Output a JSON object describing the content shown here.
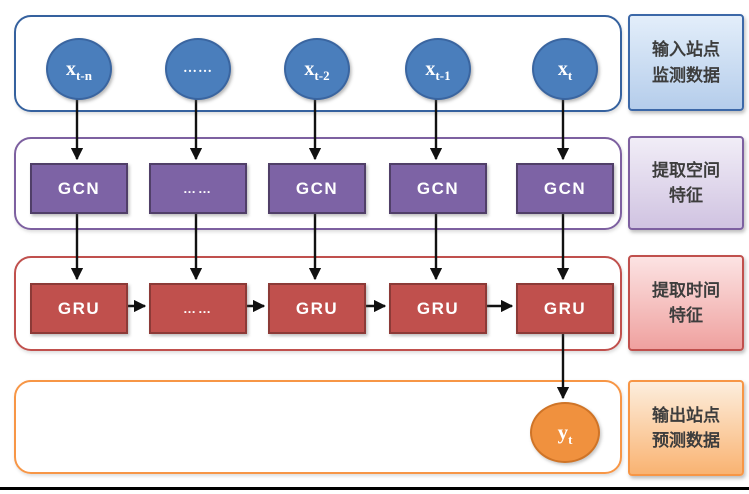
{
  "nodes": {
    "inputs": [
      {
        "base": "x",
        "sub": "t-n"
      },
      {
        "base": "……",
        "sub": ""
      },
      {
        "base": "x",
        "sub": "t-2"
      },
      {
        "base": "x",
        "sub": "t-1"
      },
      {
        "base": "x",
        "sub": "t"
      }
    ],
    "gcn": [
      "GCN",
      "……",
      "GCN",
      "GCN",
      "GCN"
    ],
    "gru": [
      "GRU",
      "……",
      "GRU",
      "GRU",
      "GRU"
    ],
    "output": {
      "base": "y",
      "sub": "t"
    }
  },
  "legend": {
    "input": {
      "line1": "输入站点",
      "line2": "监测数据"
    },
    "spatial": {
      "line1": "提取空间",
      "line2": "特征"
    },
    "temporal": {
      "line1": "提取时间",
      "line2": "特征"
    },
    "output": {
      "line1": "输出站点",
      "line2": "预测数据"
    }
  },
  "colors": {
    "input_node_fill": "#4a7ebc",
    "input_node_border": "#3a65a0",
    "input_container_border": "#35619e",
    "gcn_fill": "#7d63a5",
    "gcn_border": "#503f68",
    "spatial_container_border": "#7d60a0",
    "gru_fill": "#c0504d",
    "gru_border": "#8c3a37",
    "temporal_container_border": "#c0504d",
    "output_container_border": "#f79646",
    "output_node_fill": "#f0913e",
    "output_node_border": "#cf7427",
    "legend_input_border": "#3c68a8",
    "legend_input_bg_top": "#e3eefa",
    "legend_input_bg_bottom": "#b5cdeb",
    "legend_spatial_bg_top": "#f1edf7",
    "legend_spatial_bg_bottom": "#d0c3e1",
    "legend_temporal_bg_top": "#fce3e3",
    "legend_temporal_bg_bottom": "#efa19f",
    "legend_output_bg_top": "#fdeedd",
    "legend_output_bg_bottom": "#f9b372",
    "arrow_color": "#111111"
  }
}
